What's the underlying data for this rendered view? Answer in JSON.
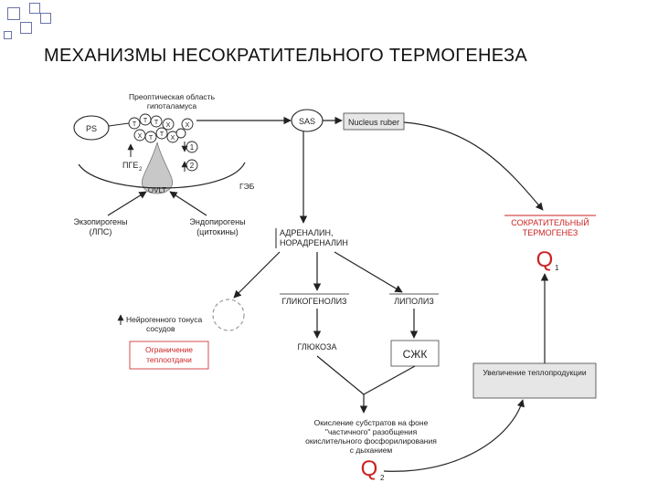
{
  "title": "МЕХАНИЗМЫ НЕСОКРАТИТЕЛЬНОГО ТЕРМОГЕНЕЗА",
  "colors": {
    "accent_red": "#cc2222",
    "deco_blue": "#6a73a8",
    "box_gray": "#e6e6e6"
  },
  "diagram": {
    "hypothalamus": {
      "line1": "Преоптическая область",
      "line2": "гипоталамуса"
    },
    "ps": "PS",
    "sas": "SAS",
    "nucleus_ruber": "Nucleus ruber",
    "pge": "ПГЕ",
    "pge_sub": "2",
    "gab": "ГЭБ",
    "ovlt": "OVLT",
    "markers": {
      "m1": "1",
      "m2": "2"
    },
    "neuron_x": "X",
    "neuron_t": "T",
    "exopyrogens": {
      "line1": "Экзопирогены",
      "line2": "(ЛПС)"
    },
    "endopyrogens": {
      "line1": "Эндопирогены",
      "line2": "(цитокины)"
    },
    "adrenaline": {
      "line1": "АДРЕНАЛИН,",
      "line2": "НОРАДРЕНАЛИН"
    },
    "shivering": {
      "line1": "СОКРАТИТЕЛЬНЫЙ",
      "line2": "ТЕРМОГЕНЕЗ"
    },
    "q1": {
      "letter": "Q",
      "sub": "1"
    },
    "glycogenolysis": "ГЛИКОГЕНОЛИЗ",
    "lipolysis": "ЛИПОЛИЗ",
    "vessel_tone": {
      "line1": "Нейрогенного тонуса",
      "line2": "сосудов"
    },
    "heat_limit": {
      "line1": "Ограничение",
      "line2": "теплоотдачи"
    },
    "glucose": "ГЛЮКОЗА",
    "ffa": "СЖК",
    "heat_production": "Увеличение теплопродукции",
    "oxidation": {
      "line1": "Окисление субстратов на фоне",
      "line2": "\"частичного\" разобщения",
      "line3": "окислительного фосфорилирования",
      "line4": "с дыханием"
    },
    "q2": {
      "letter": "Q",
      "sub": "2"
    }
  }
}
